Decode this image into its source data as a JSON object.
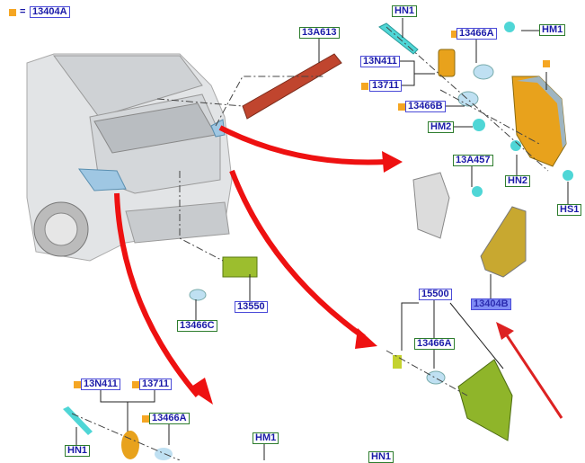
{
  "legend": {
    "symbol": "orange-square-icon",
    "equals": "=",
    "part": "13404A"
  },
  "labels": {
    "hn1_top": "HN1",
    "p13466a_top": "13466A",
    "hm1_top": "HM1",
    "p13a613": "13A613",
    "p13n411_top": "13N411",
    "p13711_top": "13711",
    "p13466b": "13466B",
    "hm2": "HM2",
    "p13a457": "13A457",
    "hn2": "HN2",
    "hs1": "HS1",
    "p13550": "13550",
    "p13466c": "13466C",
    "p15500": "15500",
    "p13404b": "13404B",
    "p13466a_mid": "13466A",
    "p13n411_bot": "13N411",
    "p13711_bot": "13711",
    "p13466a_bot": "13466A",
    "hn1_bot": "HN1",
    "hm1_bot": "HM1",
    "hn1_bot2": "HN1"
  },
  "colors": {
    "arrow": "#ee1111",
    "orange_part": "#e8a21c",
    "green_part": "#8fb52a",
    "fastener": "#4fd6d6",
    "bulb": "#bfe0f2",
    "selected": "#7f8cf5"
  }
}
